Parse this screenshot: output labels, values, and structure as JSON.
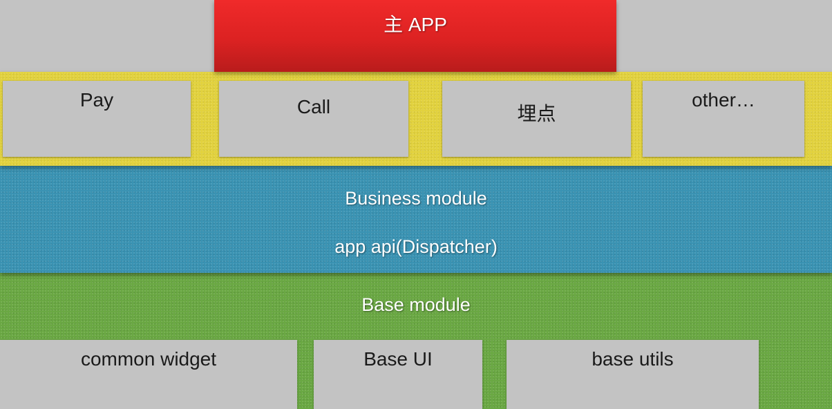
{
  "main_app": {
    "label": "主 APP"
  },
  "feature_modules": [
    {
      "label": "Pay"
    },
    {
      "label": "Call"
    },
    {
      "label": "埋点"
    },
    {
      "label": "other…"
    }
  ],
  "business_layer": {
    "title": "Business module",
    "subtitle": "app api(Dispatcher)"
  },
  "base_layer": {
    "title": "Base module",
    "components": [
      {
        "label": "common widget"
      },
      {
        "label": "Base UI"
      },
      {
        "label": "base utils"
      }
    ]
  },
  "colors": {
    "background": "#c3c3c3",
    "main_app": "#dc2222",
    "feature_band": "#e2d23e",
    "business_band": "#3a93b3",
    "base_band": "#6aa843"
  }
}
